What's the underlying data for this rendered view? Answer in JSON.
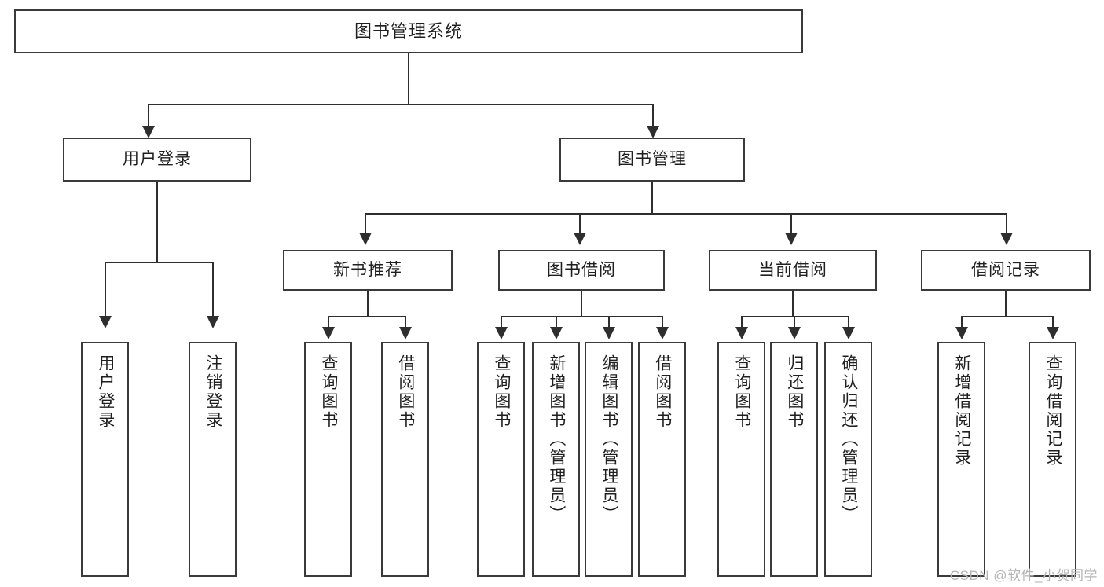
{
  "diagram": {
    "title": "图书管理系统",
    "root": {
      "label": "图书管理系统"
    },
    "level2": [
      {
        "label": "用户登录"
      },
      {
        "label": "图书管理"
      }
    ],
    "level3": [
      {
        "label": "新书推荐"
      },
      {
        "label": "图书借阅"
      },
      {
        "label": "当前借阅"
      },
      {
        "label": "借阅记录"
      }
    ],
    "leaves": {
      "user_login": [
        {
          "label": "用户登录"
        },
        {
          "label": "注销登录"
        }
      ],
      "new_book_recommend": [
        {
          "label": "查询图书"
        },
        {
          "label": "借阅图书"
        }
      ],
      "book_borrow": [
        {
          "label": "查询图书"
        },
        {
          "label": "新增图书（管理员）"
        },
        {
          "label": "编辑图书（管理员）"
        },
        {
          "label": "借阅图书"
        }
      ],
      "current_borrow": [
        {
          "label": "查询图书"
        },
        {
          "label": "归还图书"
        },
        {
          "label": "确认归还（管理员）"
        }
      ],
      "borrow_record": [
        {
          "label": "新增借阅记录"
        },
        {
          "label": "查询借阅记录"
        }
      ]
    }
  },
  "watermark": {
    "text": "CSDN @软件_小贺同学"
  },
  "colors": {
    "background": "#ffffff",
    "box_fill": "#ffffff",
    "box_border": "#3a3a3a",
    "connector": "#2e2e2e",
    "text": "#1f1f1f",
    "watermark": "#b4b4b4"
  }
}
